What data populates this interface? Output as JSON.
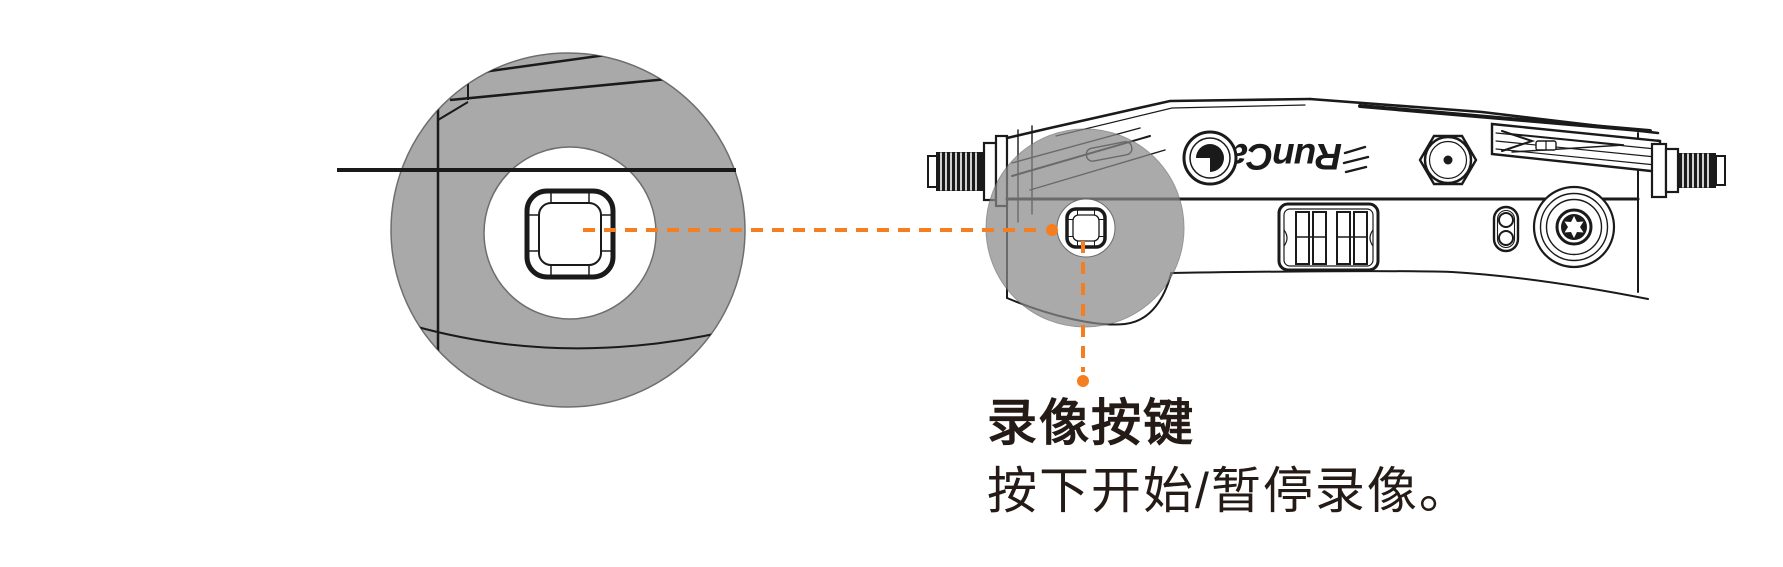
{
  "callout": {
    "title": "录像按键",
    "description": "按下开始/暂停录像。"
  },
  "device": {
    "brand_logo": "RunCam"
  },
  "colors": {
    "accent_orange": "#F57E21",
    "magnifier_gray": "#A9A9A9",
    "overlay_gray": "#8A8A8A",
    "line_black": "#1A1A1A",
    "text": "#251B16",
    "background": "#FFFFFF"
  }
}
